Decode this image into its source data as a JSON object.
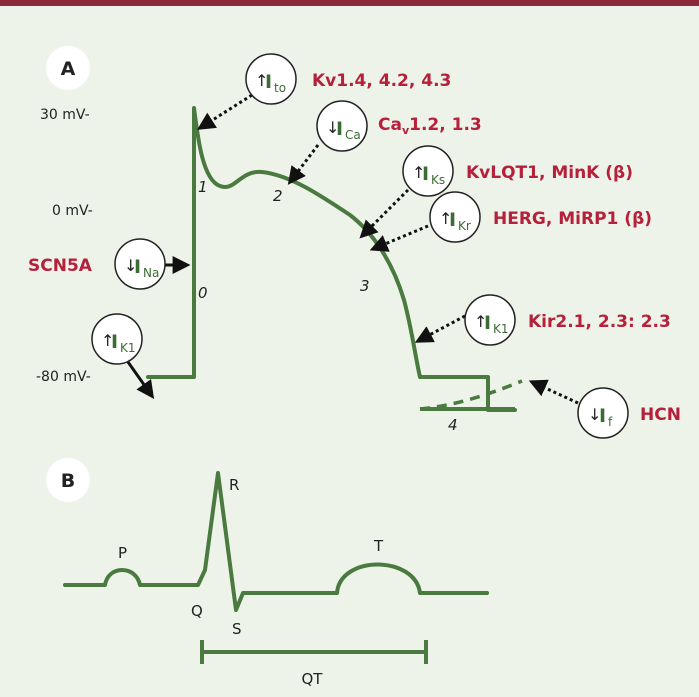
{
  "panel_a": {
    "label": "A",
    "y_labels": {
      "top": "30 mV-",
      "mid": "0 mV-",
      "bottom": "-80 mV-"
    },
    "phases": [
      "0",
      "1",
      "2",
      "3",
      "4"
    ],
    "currents": {
      "ito": {
        "arrow": "↑",
        "name": "I",
        "sub": "to"
      },
      "ica": {
        "arrow": "↓",
        "name": "I",
        "sub": "Ca"
      },
      "iks": {
        "arrow": "↑",
        "name": "I",
        "sub": "Ks"
      },
      "ikr": {
        "arrow": "↑",
        "name": "I",
        "sub": "Kr"
      },
      "ina": {
        "arrow": "↓",
        "name": "I",
        "sub": "Na"
      },
      "ik1a": {
        "arrow": "↑",
        "name": "I",
        "sub": "K1"
      },
      "ik1b": {
        "arrow": "↑",
        "name": "I",
        "sub": "K1"
      },
      "if": {
        "arrow": "↓",
        "name": "I",
        "sub": "f"
      }
    },
    "genes": {
      "kv14": "Kv1.4, 4.2, 4.3",
      "cav_prefix": "Ca",
      "cav_sub": "v",
      "cav_suffix": "1.2, 1.3",
      "kvlqt1": "KvLQT1, MinK (β)",
      "herg": "HERG, MiRP1 (β)",
      "scn5a": "SCN5A",
      "kir": "Kir2.1, 2.3: 2.3",
      "hcn": "HCN"
    }
  },
  "panel_b": {
    "label": "B",
    "waves": {
      "p": "P",
      "q": "Q",
      "r": "R",
      "s": "S",
      "t": "T"
    },
    "interval": "QT"
  },
  "colors": {
    "top_bar": "#8c2a3c",
    "background": "#eef3e9",
    "trace": "#4a7a3f",
    "gene_label": "#b5203a"
  }
}
